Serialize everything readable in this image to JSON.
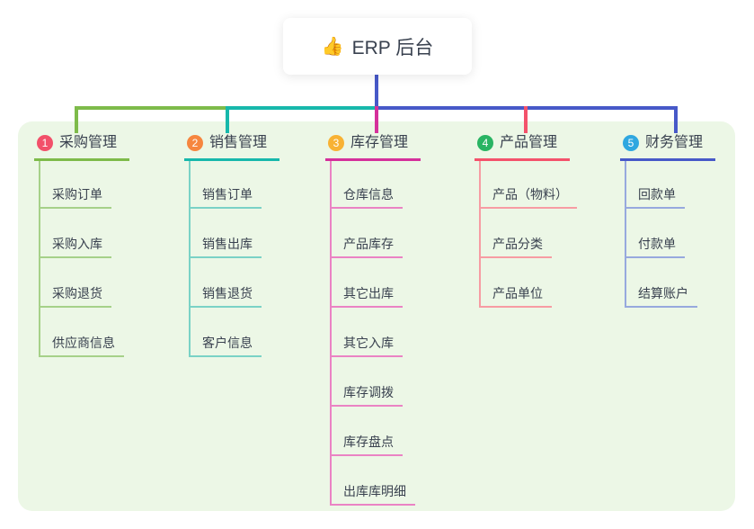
{
  "root": {
    "icon": "👍",
    "title": "ERP 后台"
  },
  "colors": {
    "canvas_bg": "#FFFFFF",
    "panel_bg": "#ECF7E6",
    "root_connector": "#4759C8",
    "text": "#39414F"
  },
  "branches": [
    {
      "index": "1",
      "label": "采购管理",
      "badge_color": "#F2506A",
      "line_color": "#7EBB4A",
      "child_line_color": "#A6D189",
      "children": [
        "采购订单",
        "采购入库",
        "采购退货",
        "供应商信息"
      ]
    },
    {
      "index": "2",
      "label": "销售管理",
      "badge_color": "#F6863F",
      "line_color": "#17B8AB",
      "child_line_color": "#7AD2C6",
      "children": [
        "销售订单",
        "销售出库",
        "销售退货",
        "客户信息"
      ]
    },
    {
      "index": "3",
      "label": "库存管理",
      "badge_color": "#F8B234",
      "line_color": "#D5309B",
      "child_line_color": "#EA83C4",
      "children": [
        "仓库信息",
        "产品库存",
        "其它出库",
        "其它入库",
        "库存调拨",
        "库存盘点",
        "出库库明细"
      ]
    },
    {
      "index": "4",
      "label": "产品管理",
      "badge_color": "#29B463",
      "line_color": "#F4526B",
      "child_line_color": "#F79CA3",
      "children": [
        "产品（物料）",
        "产品分类",
        "产品单位"
      ]
    },
    {
      "index": "5",
      "label": "财务管理",
      "badge_color": "#2FA7E0",
      "line_color": "#4759C8",
      "child_line_color": "#97A9DE",
      "children": [
        "回款单",
        "付款单",
        "结算账户"
      ]
    }
  ]
}
